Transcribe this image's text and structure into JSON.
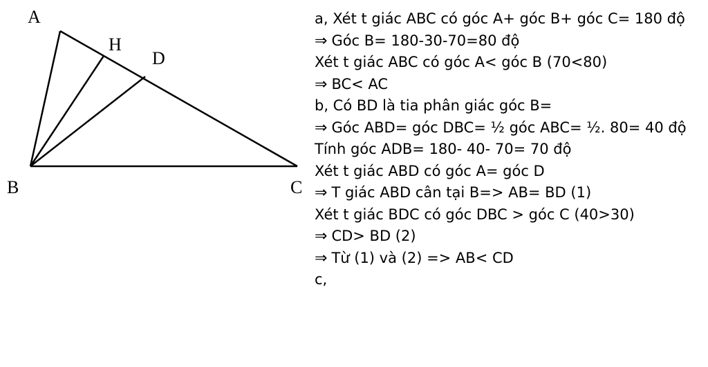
{
  "figure": {
    "labels": {
      "A": "A",
      "B": "B",
      "C": "C",
      "D": "D",
      "H": "H"
    }
  },
  "solution": {
    "arrow_symbol": "⇒",
    "lines": [
      {
        "arrow": false,
        "text": "a, Xét t giác ABC có góc A+ góc B+ góc C= 180 độ"
      },
      {
        "arrow": true,
        "text": "Góc B= 180-30-70=80 độ"
      },
      {
        "arrow": false,
        "text": "Xét t giác ABC có góc A< góc B (70<80)"
      },
      {
        "arrow": true,
        "text": "BC< AC"
      },
      {
        "arrow": false,
        "text": "b, Có BD là tia phân giác góc B="
      },
      {
        "arrow": true,
        "text": "Góc ABD= góc DBC= ½ góc ABC= ½. 80= 40 độ"
      },
      {
        "arrow": false,
        "text": "Tính góc ADB= 180- 40- 70= 70 độ"
      },
      {
        "arrow": false,
        "text": "Xét t giác ABD có góc A= góc D"
      },
      {
        "arrow": true,
        "text": "T giác ABD cân tại B=> AB= BD (1)"
      },
      {
        "arrow": false,
        "text": "Xét t giác BDC có góc DBC > góc C (40>30)"
      },
      {
        "arrow": true,
        "text": "CD> BD (2)"
      },
      {
        "arrow": true,
        "text": "Từ (1) và (2) => AB< CD"
      },
      {
        "arrow": false,
        "text": "c,"
      }
    ]
  }
}
